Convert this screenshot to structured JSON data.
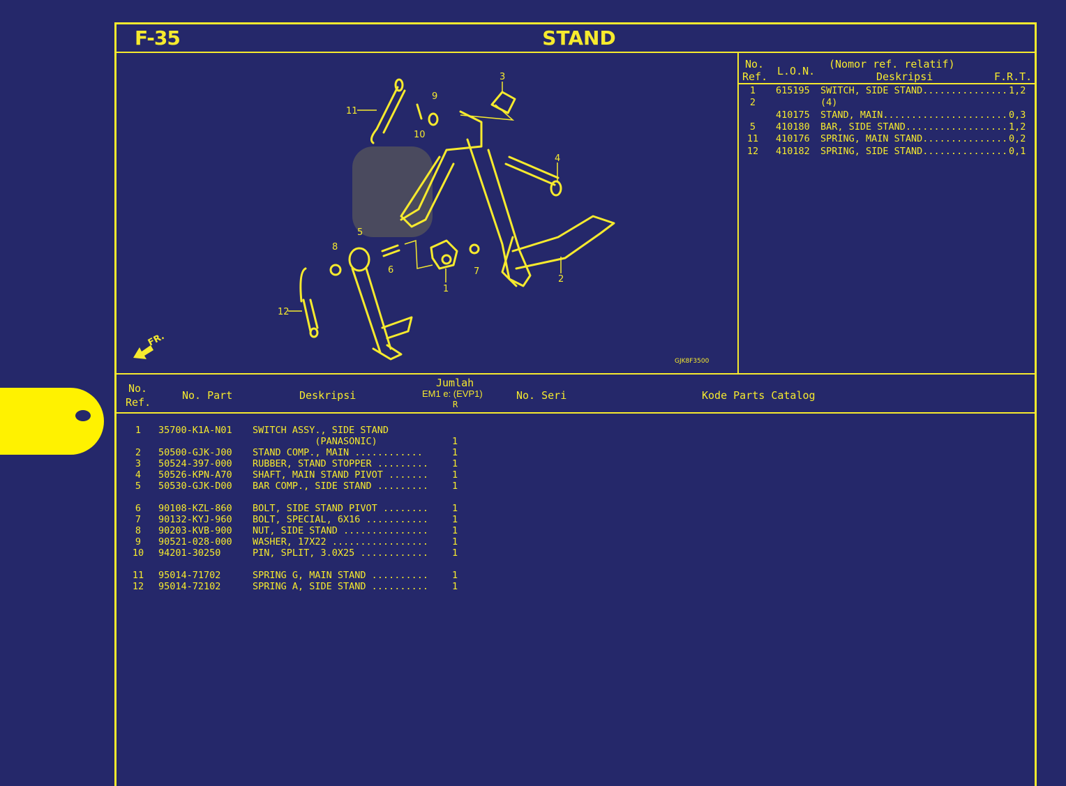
{
  "page": {
    "code": "F-35",
    "title": "STAND"
  },
  "ref_table": {
    "headers": {
      "no": "No.",
      "ref": "Ref.",
      "lon": "L.O.N.",
      "relative": "(Nomor ref. relatif)",
      "desc": "Deskripsi",
      "frt": "F.R.T."
    },
    "rows": [
      {
        "ref": "1",
        "lon": "615195",
        "desc": "SWITCH, SIDE STAND...............",
        "frt": "1,2"
      },
      {
        "ref": "2",
        "lon": "",
        "desc": "(4)",
        "frt": ""
      },
      {
        "ref": "",
        "lon": "410175",
        "desc": "STAND, MAIN......................",
        "frt": "0,3"
      },
      {
        "ref": "5",
        "lon": "410180",
        "desc": "BAR, SIDE STAND..................",
        "frt": "1,2"
      },
      {
        "ref": "11",
        "lon": "410176",
        "desc": "SPRING, MAIN STAND...............",
        "frt": "0,2"
      },
      {
        "ref": "12",
        "lon": "410182",
        "desc": "SPRING, SIDE STAND...............",
        "frt": "0,1"
      }
    ]
  },
  "diagram": {
    "callouts": [
      "1",
      "2",
      "3",
      "4",
      "5",
      "6",
      "7",
      "8",
      "9",
      "10",
      "11",
      "12"
    ],
    "front_label": "FR.",
    "code": "GJK8F3500"
  },
  "parts_table": {
    "headers": {
      "no": "No.",
      "ref": "Ref.",
      "part_no": "No. Part",
      "desc": "Deskripsi",
      "qty": "Jumlah",
      "model": "EM1 e: (EVP1)",
      "variant": "R",
      "serial": "No. Seri",
      "catalog": "Kode Parts Catalog"
    },
    "rows": [
      {
        "ref": "1",
        "part": "35700-K1A-N01",
        "desc": "SWITCH ASSY., SIDE STAND",
        "qty": ""
      },
      {
        "ref": "",
        "part": "",
        "desc": "           (PANASONIC)",
        "qty": "1"
      },
      {
        "ref": "2",
        "part": "50500-GJK-J00",
        "desc": "STAND COMP., MAIN ............",
        "qty": "1"
      },
      {
        "ref": "3",
        "part": "50524-397-000",
        "desc": "RUBBER, STAND STOPPER .........",
        "qty": "1"
      },
      {
        "ref": "4",
        "part": "50526-KPN-A70",
        "desc": "SHAFT, MAIN STAND PIVOT .......",
        "qty": "1"
      },
      {
        "ref": "5",
        "part": "50530-GJK-D00",
        "desc": "BAR COMP., SIDE STAND .........",
        "qty": "1"
      },
      {
        "ref": "6",
        "part": "90108-KZL-860",
        "desc": "BOLT, SIDE STAND PIVOT ........",
        "qty": "1"
      },
      {
        "ref": "7",
        "part": "90132-KYJ-960",
        "desc": "BOLT, SPECIAL, 6X16 ...........",
        "qty": "1"
      },
      {
        "ref": "8",
        "part": "90203-KVB-900",
        "desc": "NUT, SIDE STAND ...............",
        "qty": "1"
      },
      {
        "ref": "9",
        "part": "90521-028-000",
        "desc": "WASHER, 17X22 .................",
        "qty": "1"
      },
      {
        "ref": "10",
        "part": "94201-30250",
        "desc": "PIN, SPLIT, 3.0X25 ............",
        "qty": "1"
      },
      {
        "ref": "11",
        "part": "95014-71702",
        "desc": "SPRING G, MAIN STAND ..........",
        "qty": "1"
      },
      {
        "ref": "12",
        "part": "95014-72102",
        "desc": "SPRING A, SIDE STAND ..........",
        "qty": "1"
      }
    ]
  },
  "colors": {
    "background": "#25286a",
    "ink": "#f6ea2e",
    "tab": "#fff200"
  }
}
